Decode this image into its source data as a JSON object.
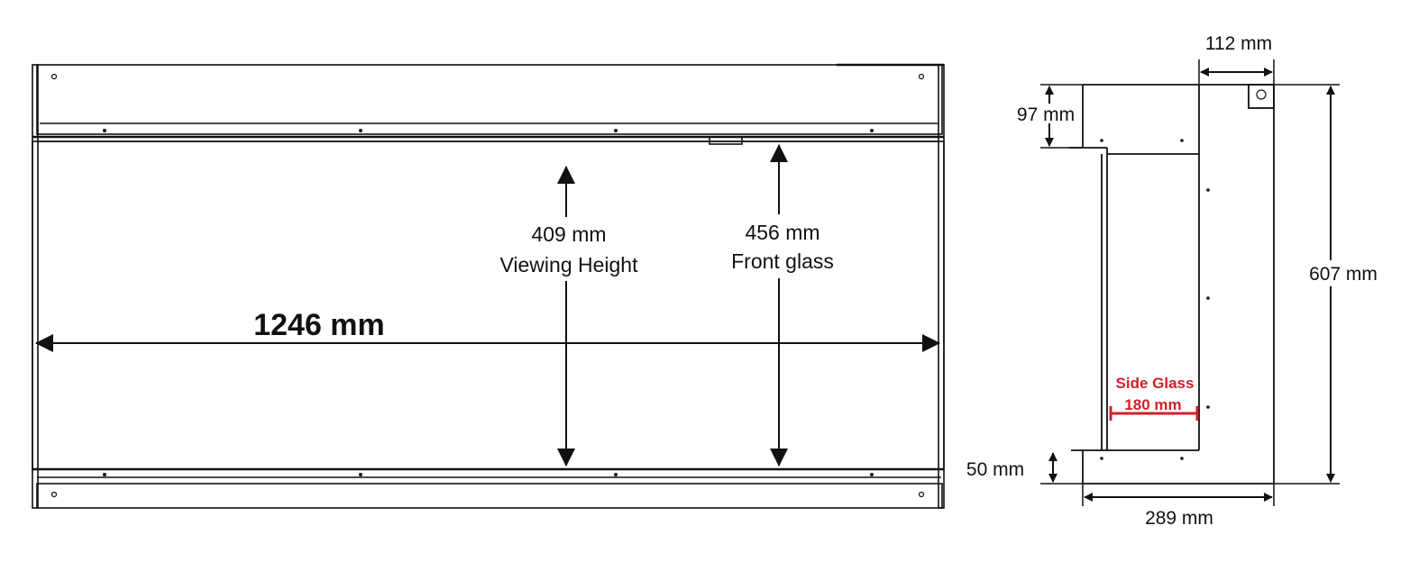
{
  "front_view": {
    "width_label": "1246 mm",
    "viewing_height_value": "409 mm",
    "viewing_height_caption": "Viewing Height",
    "front_glass_value": "456 mm",
    "front_glass_caption": "Front glass"
  },
  "side_view": {
    "top_depth_label": "112 mm",
    "top_height_label": "97 mm",
    "total_height_label": "607 mm",
    "bottom_height_label": "50 mm",
    "total_depth_label": "289 mm",
    "side_glass_title": "Side Glass",
    "side_glass_value": "180 mm"
  },
  "colors": {
    "line": "#111111",
    "accent": "#d0202a"
  }
}
